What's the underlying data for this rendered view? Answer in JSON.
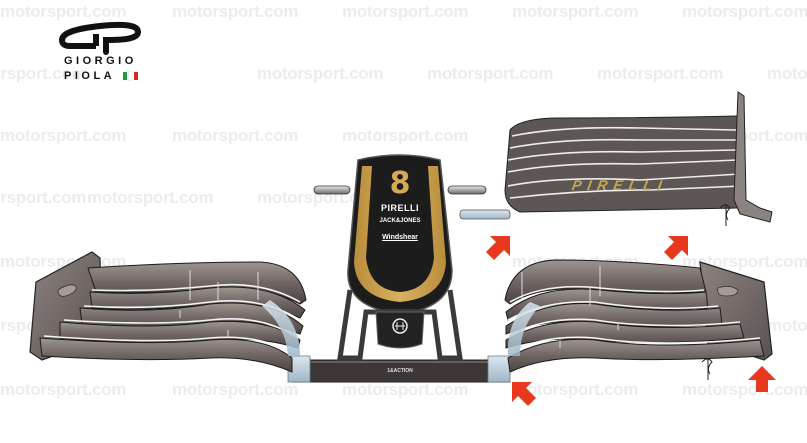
{
  "watermark": {
    "text": "motorsport.com"
  },
  "logo": {
    "line1": "GIORGIO",
    "line2": "PIOLA",
    "flag_colors": [
      "#1f9a3c",
      "#ffffff",
      "#d7261e"
    ]
  },
  "nose": {
    "number": "8",
    "sponsor1": "PIRELLI",
    "sponsor2": "JACK&JONES",
    "sponsor3": "Windshear",
    "team_badge": "haas-logo",
    "colors": {
      "livery_black": "#1c1c1c",
      "livery_gold": "#c9a050"
    }
  },
  "mainplane_sponsor": "1&ACTION",
  "inset": {
    "sponsor": "PIRELLI"
  },
  "annotations": {
    "arrow_color": "#e8391f",
    "arrows": [
      {
        "id": "arrow-1",
        "direction": "down-right"
      },
      {
        "id": "arrow-2",
        "direction": "down-right"
      },
      {
        "id": "arrow-3",
        "direction": "up-right"
      },
      {
        "id": "arrow-4",
        "direction": "up"
      }
    ]
  }
}
